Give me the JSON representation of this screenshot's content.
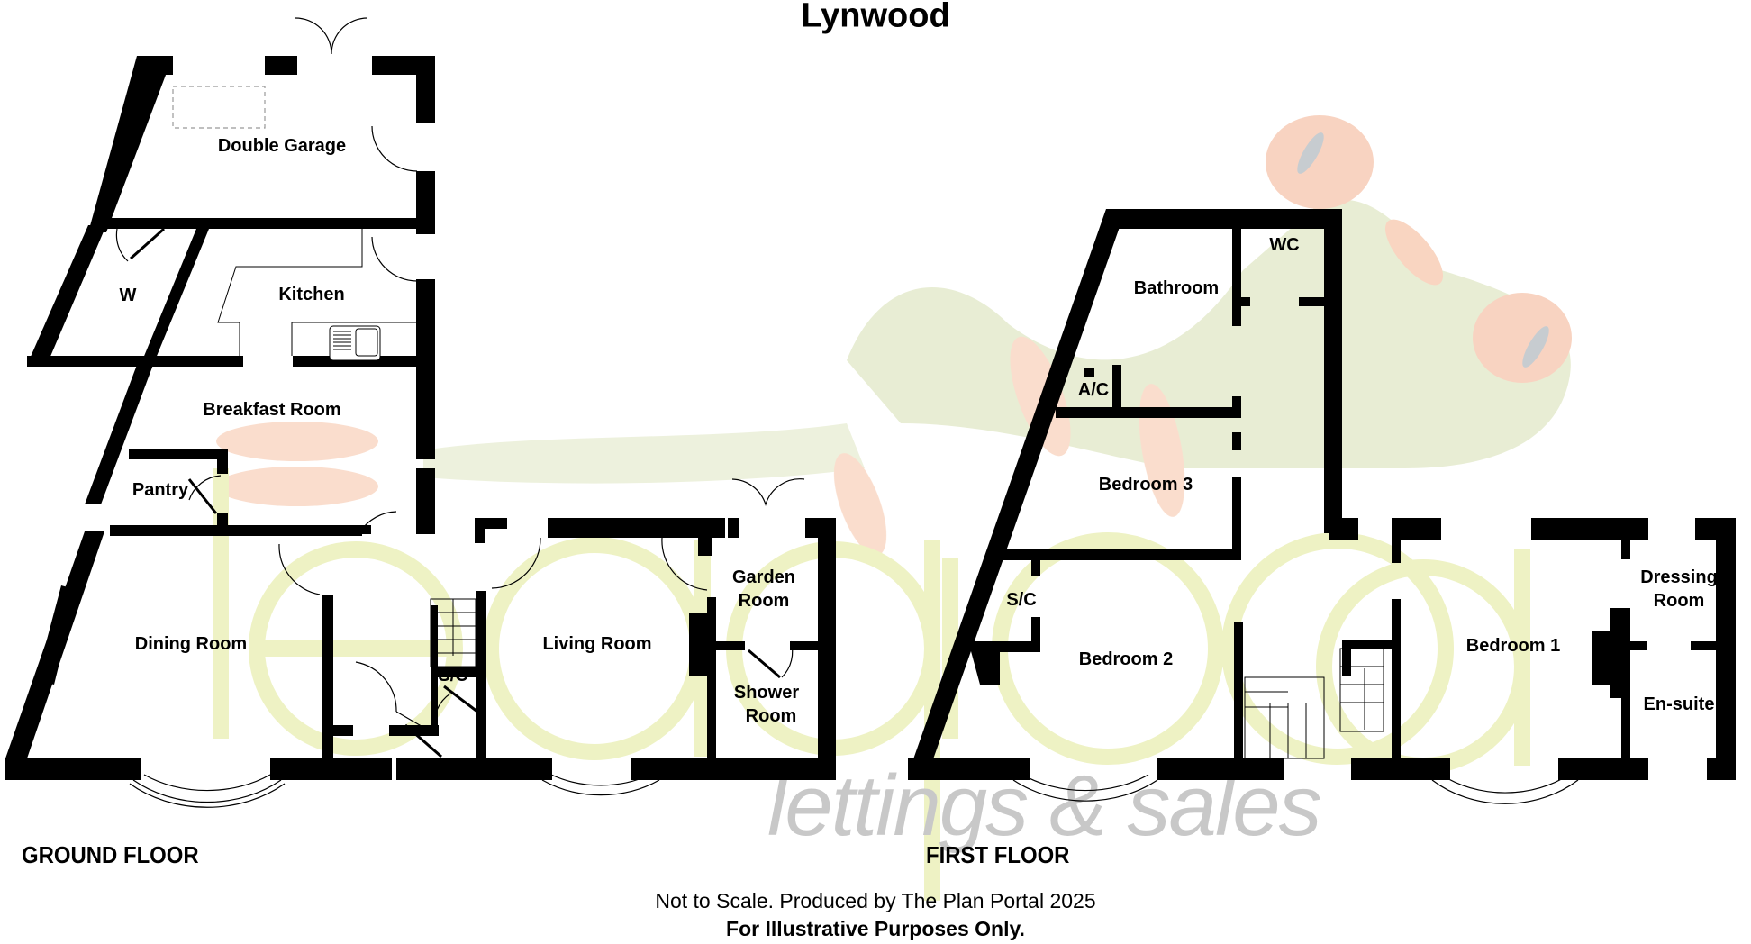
{
  "title": "Lynwood",
  "floors": {
    "ground": {
      "label": "GROUND FLOOR",
      "rooms": [
        "Double Garage",
        "W",
        "Kitchen",
        "Breakfast Room",
        "Pantry",
        "Dining Room",
        "S/C",
        "Living Room",
        "Garden Room",
        "Shower Room"
      ]
    },
    "first": {
      "label": "FIRST FLOOR",
      "rooms": [
        "Bathroom",
        "WC",
        "A/C",
        "Bedroom 3",
        "S/C",
        "Bedroom 2",
        "Bedroom 1",
        "Dressing Room",
        "En-suite"
      ]
    }
  },
  "rooms": {
    "double_garage": "Double Garage",
    "w": "W",
    "kitchen": "Kitchen",
    "breakfast_room": "Breakfast Room",
    "pantry": "Pantry",
    "dining_room": "Dining Room",
    "sc_ground": "S/C",
    "living_room": "Living Room",
    "garden_room_1": "Garden",
    "garden_room_2": "Room",
    "shower_room_1": "Shower",
    "shower_room_2": "Room",
    "bathroom": "Bathroom",
    "wc": "WC",
    "ac": "A/C",
    "bedroom_3": "Bedroom 3",
    "sc_first": "S/C",
    "bedroom_2": "Bedroom 2",
    "bedroom_1": "Bedroom 1",
    "dressing_room_1": "Dressing",
    "dressing_room_2": "Room",
    "en_suite": "En-suite"
  },
  "watermark": {
    "brand": "leapfrog",
    "tagline": "lettings & sales",
    "colors": {
      "logo_green": "#eef2c4",
      "tagline_grey": "#c8c8c8",
      "frog_green": "#c9d7a0",
      "frog_orange": "#f3b08f"
    }
  },
  "footer": {
    "line1": "Not to Scale. Produced by The Plan Portal 2025",
    "line2": "For Illustrative Purposes Only."
  }
}
